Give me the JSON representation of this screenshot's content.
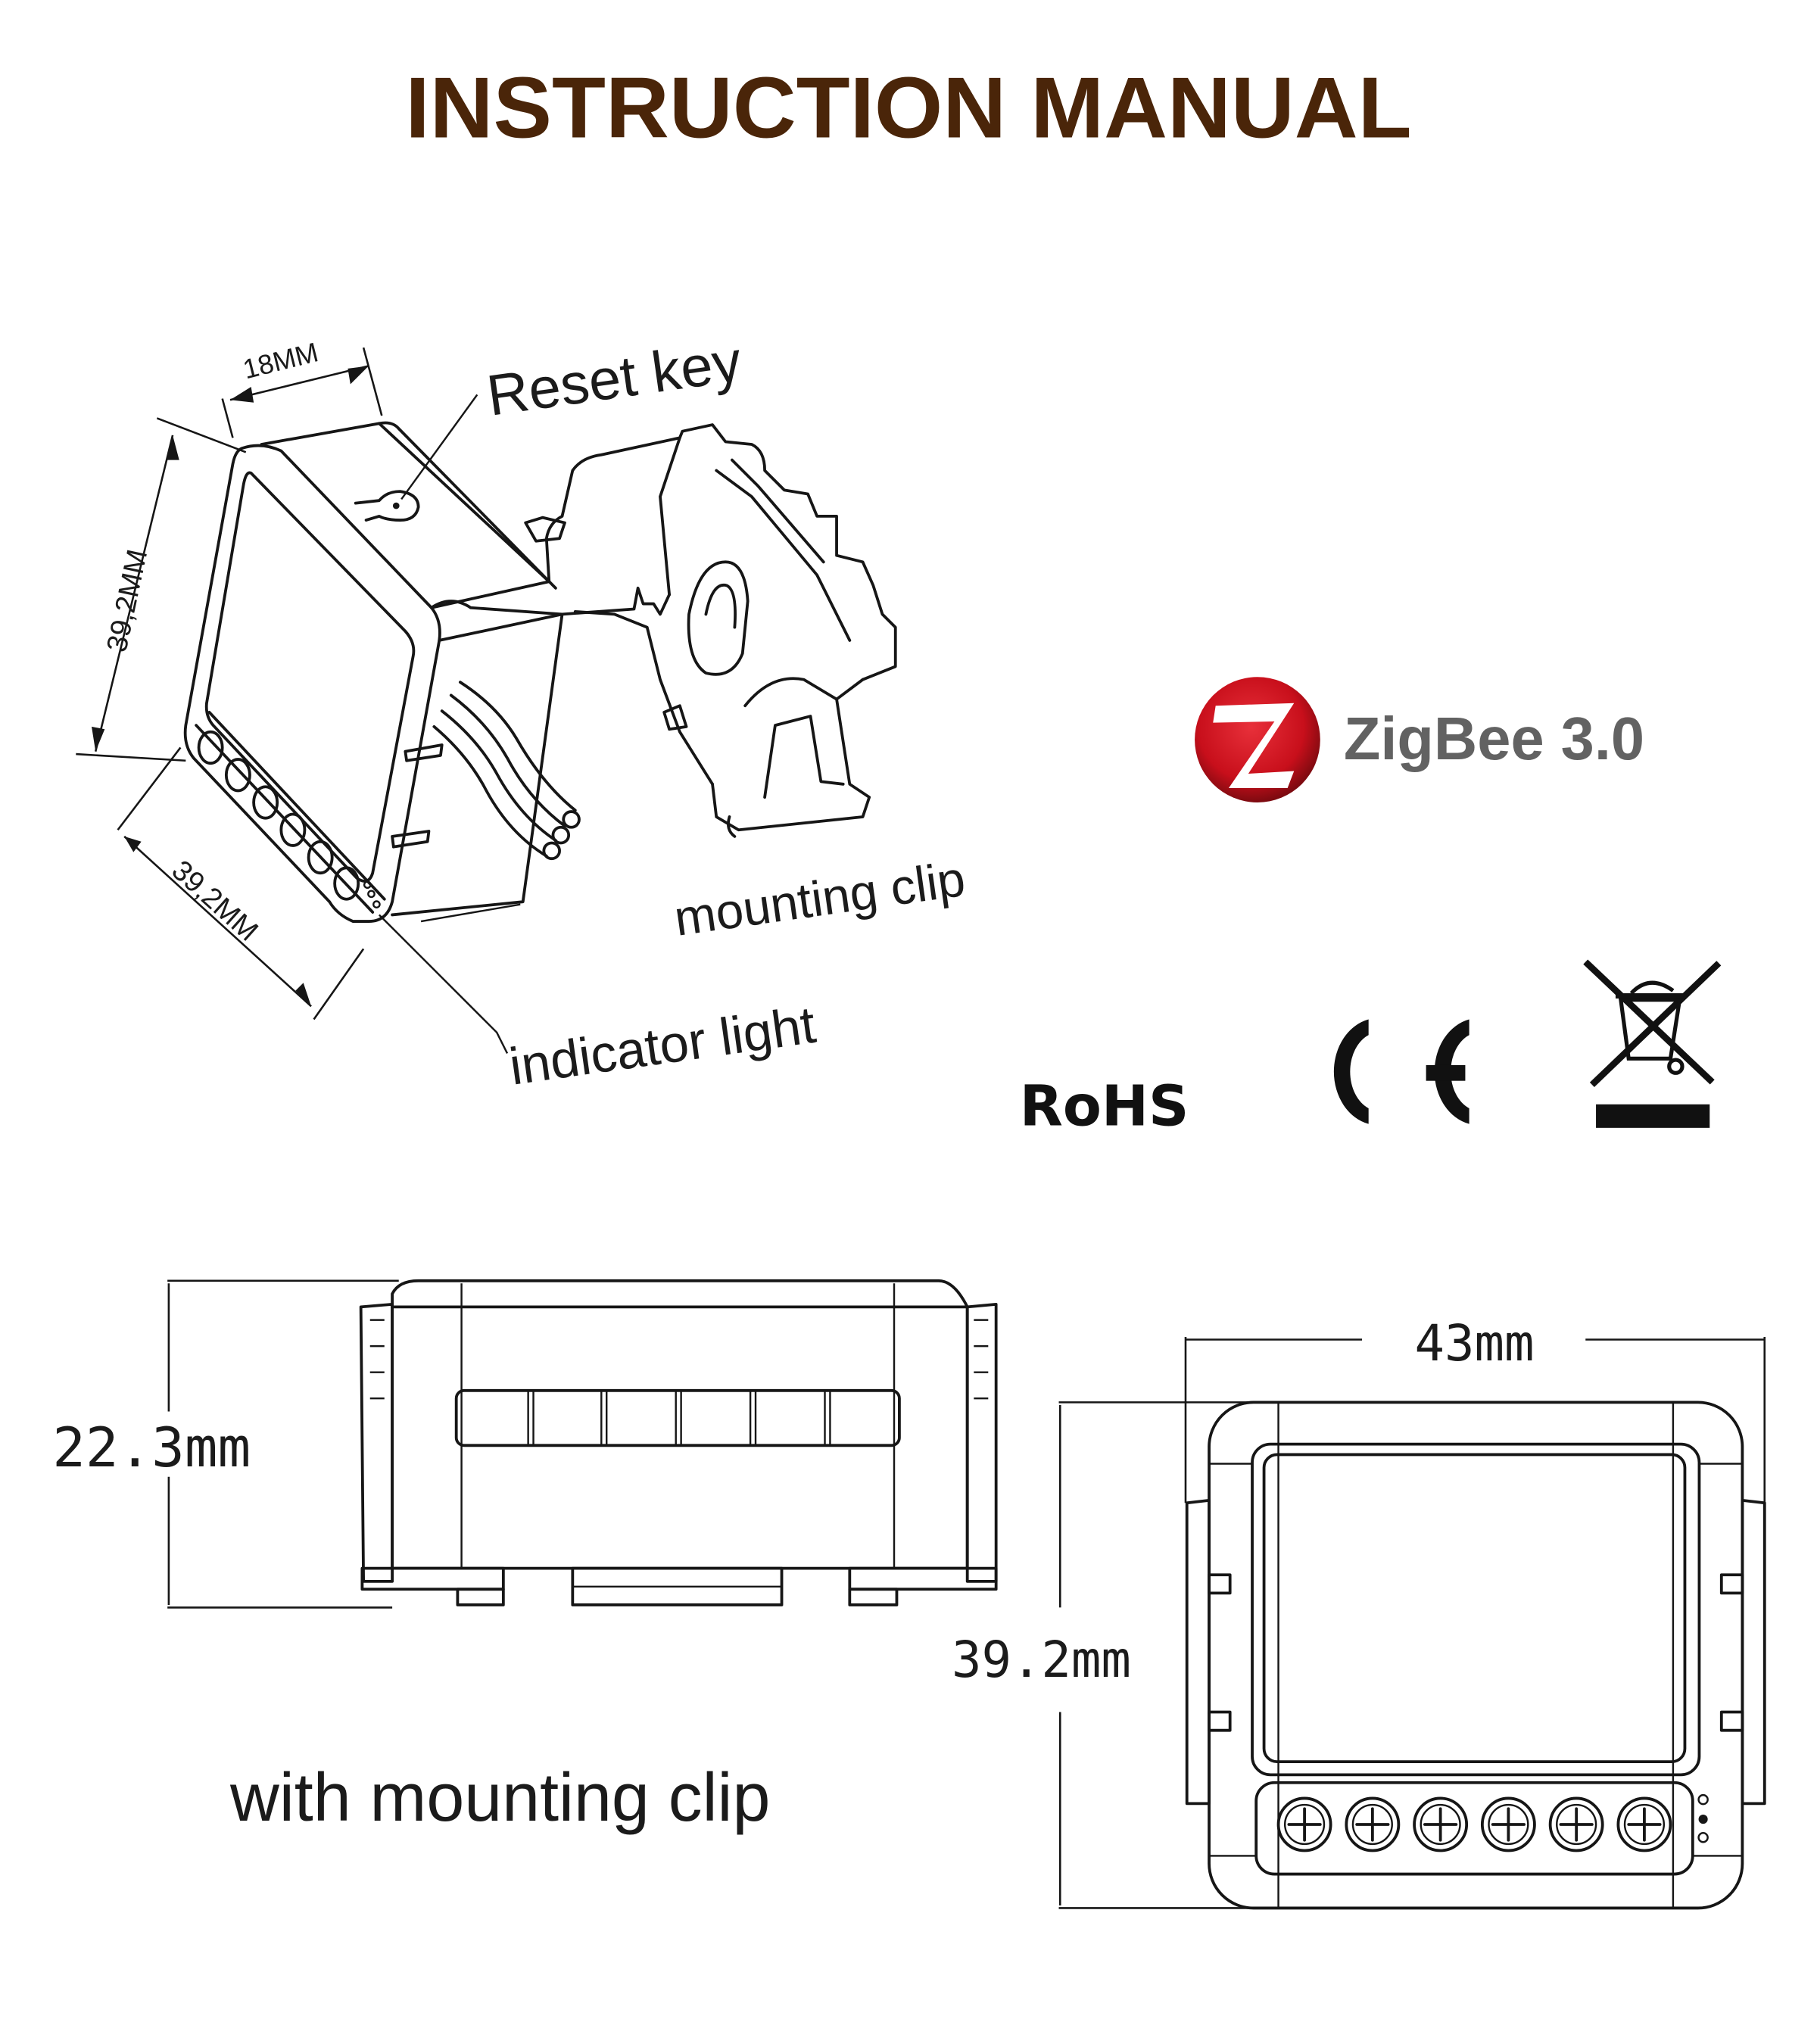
{
  "document": {
    "title": "INSTRUCTION MANUAL",
    "colors": {
      "title": "#4a2509",
      "line_art": "#161616",
      "zigbee_red": "#d0121f",
      "zigbee_text": "#626262"
    }
  },
  "isometric_view": {
    "labels": {
      "reset_key": "Reset key",
      "mounting_clip": "mounting clip",
      "indicator_light": "indicator light"
    },
    "dimensions": {
      "depth": "18MM",
      "height": "39,2MM",
      "width": "39,2MM"
    }
  },
  "certifications": {
    "zigbee": {
      "icon": "zigbee-logo-icon",
      "label": "ZigBee 3.0"
    },
    "rohs": "RoHS",
    "ce": {
      "icon": "ce-mark-icon",
      "label": "CE"
    },
    "weee": {
      "icon": "crossed-out-wheelie-bin-icon"
    }
  },
  "side_view": {
    "height_dimension": "22.3mm",
    "caption": "with mounting clip"
  },
  "front_view": {
    "width_dimension": "43mm",
    "height_dimension": "39.2mm",
    "terminal_count": 6
  }
}
